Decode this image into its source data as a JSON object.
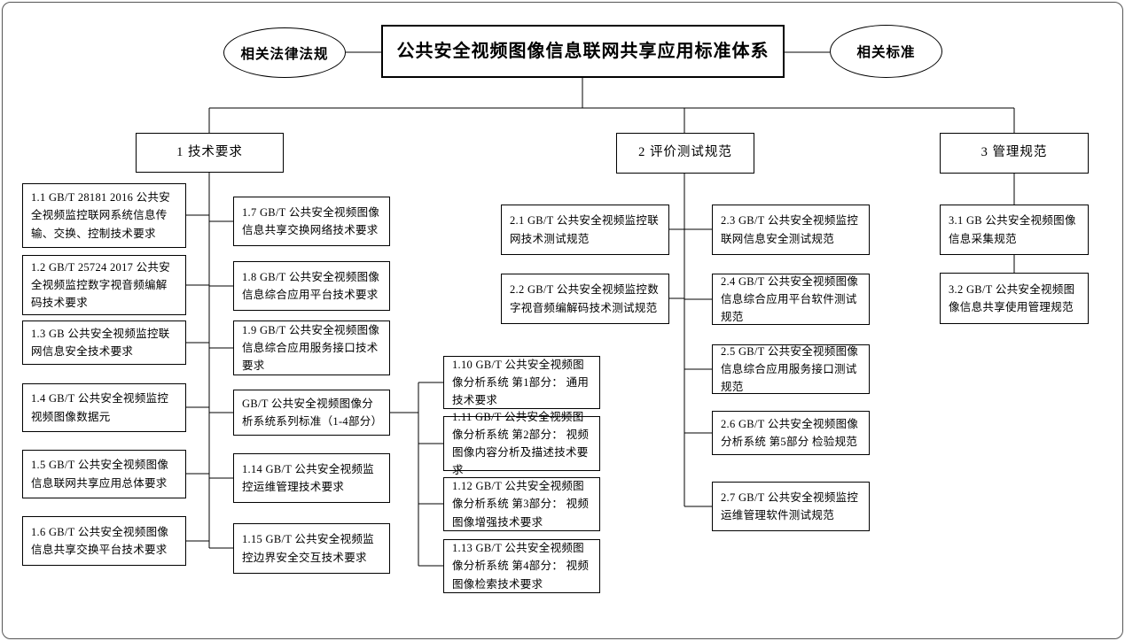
{
  "colors": {
    "line": "#000000",
    "background": "#ffffff",
    "text": "#000000"
  },
  "header": {
    "title": "公共安全视频图像信息联网共享应用标准体系",
    "left_oval": "相关法律法规",
    "right_oval": "相关标准"
  },
  "branch1": {
    "label": "1 技术要求",
    "left": [
      "1.1 GB/T 28181 2016 公共安全视频监控联网系统信息传输、交换、控制技术要求",
      "1.2 GB/T 25724 2017 公共安全视频监控数字视音频编解码技术要求",
      "1.3 GB 公共安全视频监控联网信息安全技术要求",
      "1.4 GB/T 公共安全视频监控视频图像数据元",
      "1.5 GB/T 公共安全视频图像信息联网共享应用总体要求",
      "1.6 GB/T 公共安全视频图像信息共享交换平台技术要求"
    ],
    "right": [
      "1.7 GB/T 公共安全视频图像信息共享交换网络技术要求",
      "1.8 GB/T 公共安全视频图像信息综合应用平台技术要求",
      "1.9 GB/T 公共安全视频图像信息综合应用服务接口技术要求",
      "GB/T 公共安全视频图像分析系统系列标准（1-4部分）",
      "1.14 GB/T 公共安全视频监控运维管理技术要求",
      "1.15 GB/T 公共安全视频监控边界安全交互技术要求"
    ],
    "series_parts": [
      "1.10 GB/T 公共安全视频图像分析系统 第1部分： 通用技术要求",
      "1.11 GB/T 公共安全视频图像分析系统 第2部分： 视频图像内容分析及描述技术要求",
      "1.12 GB/T 公共安全视频图像分析系统 第3部分： 视频图像增强技术要求",
      "1.13 GB/T 公共安全视频图像分析系统 第4部分： 视频图像检索技术要求"
    ]
  },
  "branch2": {
    "label": "2 评价测试规范",
    "left": [
      "2.1 GB/T 公共安全视频监控联网技术测试规范",
      "2.2 GB/T 公共安全视频监控数字视音频编解码技术测试规范"
    ],
    "right": [
      "2.3 GB/T 公共安全视频监控联网信息安全测试规范",
      "2.4 GB/T 公共安全视频图像信息综合应用平台软件测试规范",
      "2.5 GB/T 公共安全视频图像信息综合应用服务接口测试规范",
      "2.6 GB/T 公共安全视频图像分析系统 第5部分 检验规范",
      "2.7 GB/T 公共安全视频监控运维管理软件测试规范"
    ]
  },
  "branch3": {
    "label": "3 管理规范",
    "items": [
      "3.1 GB 公共安全视频图像信息采集规范",
      "3.2 GB/T 公共安全视频图像信息共享使用管理规范"
    ]
  }
}
